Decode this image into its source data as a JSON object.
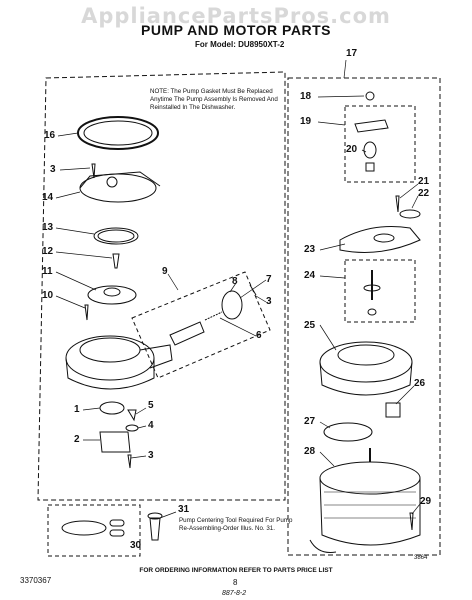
{
  "watermark": "AppliancePartsPros.com",
  "title": "PUMP AND MOTOR PARTS",
  "model": "For Model: DU8950XT-2",
  "note": "NOTE: The Pump Gasket Must Be Replaced Anytime The Pump Assembly Is Removed And Reinstalled In The Dishwasher.",
  "tool_note": "Pump Centering Tool Required For Pump Re-Assembling-Order Illus. No. 31.",
  "footer": "FOR ORDERING INFORMATION REFER TO PARTS PRICE LIST",
  "part_number": "3370367",
  "page_number": "8",
  "hand_note": "887-8-2",
  "illus_number": "3864",
  "callouts": {
    "c1": "1",
    "c2": "2",
    "c3a": "3",
    "c3b": "3",
    "c3c": "3",
    "c4": "4",
    "c5": "5",
    "c6": "6",
    "c7": "7",
    "c8": "8",
    "c9": "9",
    "c10": "10",
    "c11": "11",
    "c12": "12",
    "c13": "13",
    "c14": "14",
    "c16": "16",
    "c17": "17",
    "c18": "18",
    "c19": "19",
    "c20": "20",
    "c21": "21",
    "c22": "22",
    "c23": "23",
    "c24": "24",
    "c25": "25",
    "c26": "26",
    "c27": "27",
    "c28": "28",
    "c29": "29",
    "c30": "30",
    "c31": "31"
  }
}
